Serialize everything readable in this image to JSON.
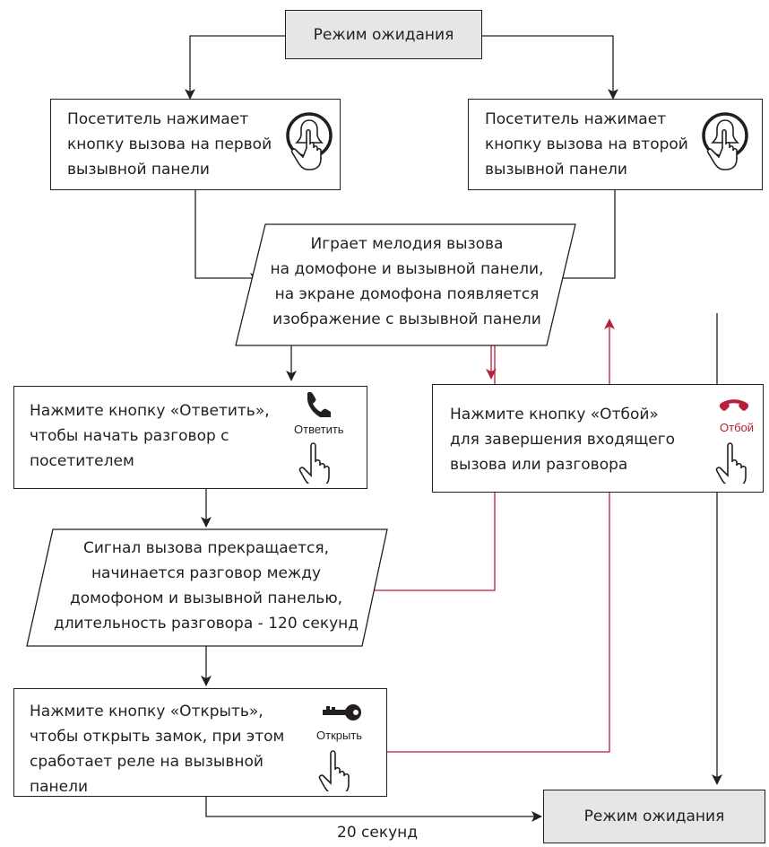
{
  "nodes": {
    "standby_top": "Режим ожидания",
    "visitor_panel1": "Посетитель нажимает\nкнопку вызова на первой\nвызывной панели",
    "visitor_panel2": "Посетитель нажимает\nкнопку вызова на второй\nвызывной панели",
    "ringing": "Играет мелодия вызова\nна домофоне и вызывной панели,\nна экране домофона появляется\nизображение с вызывной панели",
    "answer": "Нажмите кнопку «Ответить»,\nчтобы начать разговор с\nпосетителем",
    "hangup": "Нажмите кнопку «Отбой»\nдля завершения входящего\nвызова или разговора",
    "talk": "Сигнал вызова прекращается,\nначинается разговор между\nдомофоном и вызывной панелью,\nдлительность разговора - 120 секунд",
    "open": "Нажмите кнопку «Открыть»,\nчтобы открыть замок, при этом\nсработает реле на вызывной\nпанели",
    "standby_bottom": "Режим ожидания"
  },
  "buttons": {
    "answer_label": "Ответить",
    "hangup_label": "Отбой",
    "open_label": "Открыть"
  },
  "edges": {
    "timeout_label": "20 секунд"
  },
  "icons": {
    "bell": "bell-icon",
    "finger": "finger-press-icon",
    "phone_answer": "phone-answer-icon",
    "phone_hangup": "phone-hangup-icon",
    "key": "key-icon"
  },
  "colors": {
    "line": "#231f20",
    "red": "#b5203a",
    "gray_fill": "#e6e6e6"
  }
}
